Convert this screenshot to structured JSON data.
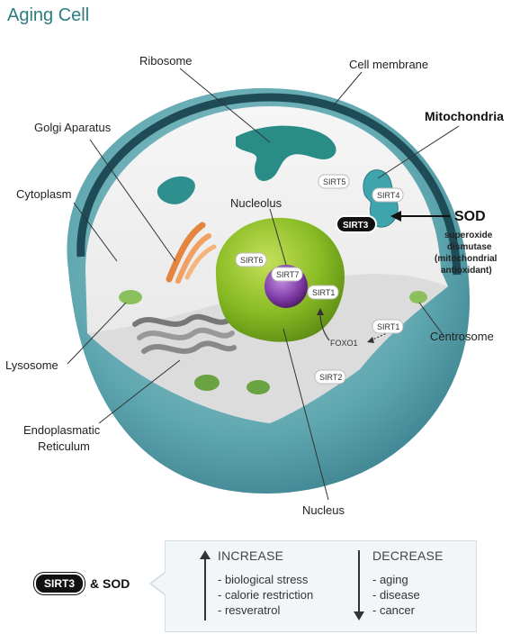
{
  "title": "Aging Cell",
  "labels": {
    "ribosome": "Ribosome",
    "cell_membrane": "Cell membrane",
    "golgi": "Golgi Aparatus",
    "mitochondria": "Mitochondria",
    "cytoplasm": "Cytoplasm",
    "nucleolus": "Nucleolus",
    "sod": "SOD",
    "sod_desc_1": "superoxide",
    "sod_desc_2": "dismutase",
    "sod_desc_3": "(mitochondrial",
    "sod_desc_4": "antioxidant)",
    "lysosome": "Lysosome",
    "centrosome": "Centrosome",
    "er_1": "Endoplasmatic",
    "er_2": "Reticulum",
    "nucleus": "Nucleus"
  },
  "sirt_tags": {
    "sirt5": "SIRT5",
    "sirt4": "SIRT4",
    "sirt3": "SIRT3",
    "sirt6": "SIRT6",
    "sirt7": "SIRT7",
    "sirt1_nucleus": "SIRT1",
    "sirt1_cyto": "SIRT1",
    "foxo1": "FOXO1",
    "sirt2": "SIRT2"
  },
  "legend": {
    "pill": "SIRT3",
    "text": "& SOD"
  },
  "effects": {
    "increase_title": "INCREASE",
    "increase_items": [
      "- biological stress",
      "- calorie restriction",
      "- resveratrol"
    ],
    "decrease_title": "DECREASE",
    "decrease_items": [
      "- aging",
      "- disease",
      "- cancer"
    ]
  },
  "colors": {
    "title": "#2c7d80",
    "membrane_outer": "#4f9aa3",
    "membrane_dark": "#20515c",
    "cytoplasm": "#efefef",
    "nucleus": "#8cbf2a",
    "nucleolus": "#7b3fa0",
    "ribosome": "#2a8c86",
    "golgi": "#e58a4a"
  }
}
